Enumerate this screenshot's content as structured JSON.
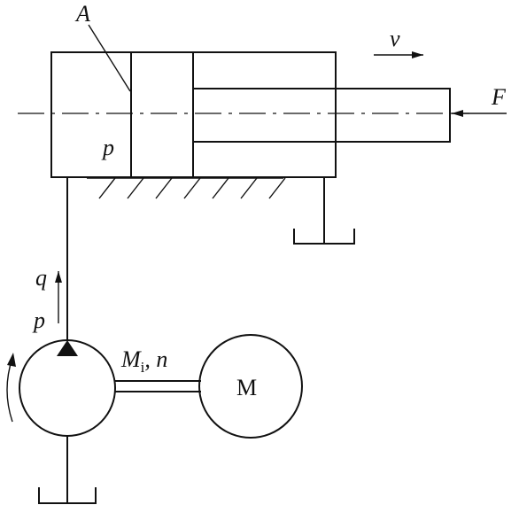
{
  "labels": {
    "area": "A",
    "pressure_cyl": "p",
    "velocity": "v",
    "force": "F",
    "flow": "q",
    "pressure_line": "p",
    "torque_main": "M",
    "torque_sub": "i",
    "speed": ", n",
    "motor": "M"
  },
  "colors": {
    "stroke": "#111111",
    "background": "#ffffff"
  },
  "icons": {
    "pump": "pump-triangle-icon",
    "motor": "motor-circle-icon",
    "tank": "tank-reservoir-icon",
    "rotation": "rotation-arrow-icon",
    "ground": "ground-hatch-icon"
  }
}
